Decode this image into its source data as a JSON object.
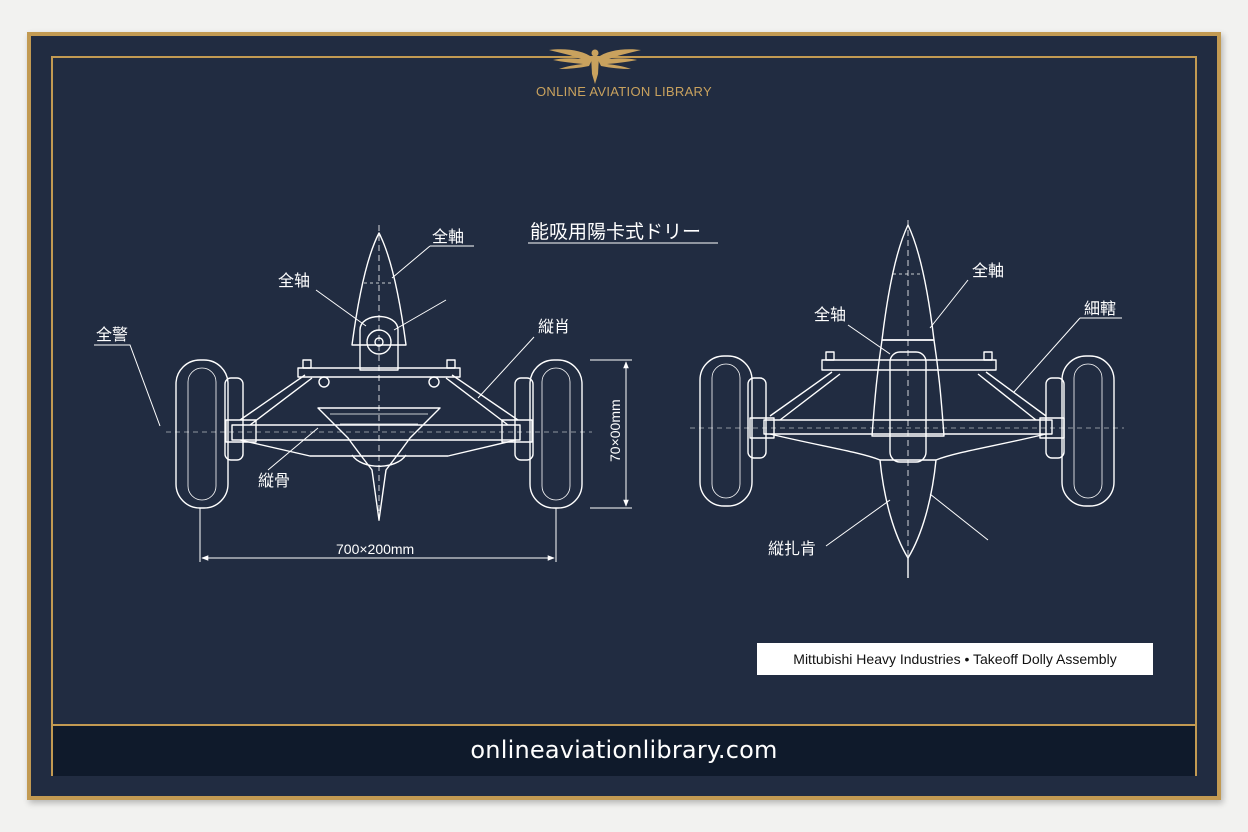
{
  "header": {
    "brand": "ONLINE AVIATION LIBRARY",
    "logo_icon": "winged-emblem-icon"
  },
  "drawing": {
    "title": "能吸用陽卡式ドリー",
    "left_view": {
      "callouts": [
        "全軸",
        "全轴",
        "全警",
        "縦肖",
        "縦骨"
      ],
      "width_dimension": "700×200mm",
      "height_dimension": "70×00mm"
    },
    "right_view": {
      "callouts": [
        "全軸",
        "全轴",
        "細轄",
        "縦扎肯"
      ]
    }
  },
  "caption": "Mittubishi Heavy Industries • Takeoff Dolly Assembly",
  "footer": {
    "url": "onlineaviationlibrary.com"
  },
  "colors": {
    "background": "#212c41",
    "gold": "#c29a52",
    "line": "#ffffff",
    "footer_band": "#0f1a2b"
  }
}
